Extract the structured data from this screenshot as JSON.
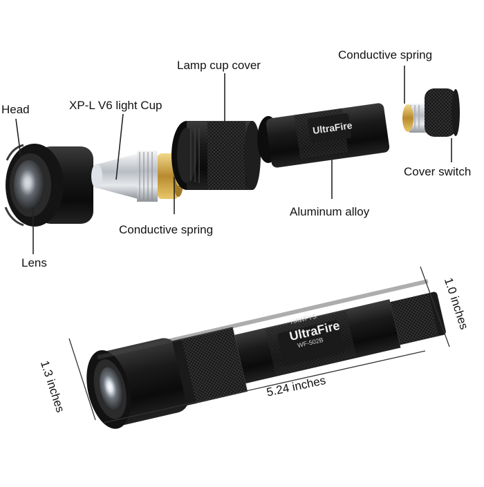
{
  "labels": {
    "head": "Head",
    "light_cup": "XP-L V6 light Cup",
    "lamp_cup_cover": "Lamp cup cover",
    "conductive_spring_top": "Conductive spring",
    "cover_switch": "Cover switch",
    "aluminum_alloy": "Aluminum alloy",
    "conductive_spring_bottom": "Conductive spring",
    "lens": "Lens"
  },
  "dimensions": {
    "length": "5.24 inches",
    "head_diameter": "1.3 inches",
    "tail_diameter": "1.0 inches"
  },
  "branding": {
    "brand": "UltraFire",
    "model": "WF-502B",
    "maker": "HAWFYS"
  },
  "colors": {
    "body_black": "#121212",
    "body_highlight": "#3a3a3a",
    "reflector_silver": "#c9cdd2",
    "brass_spring": "#c9a54a",
    "leader_line": "#222222"
  }
}
